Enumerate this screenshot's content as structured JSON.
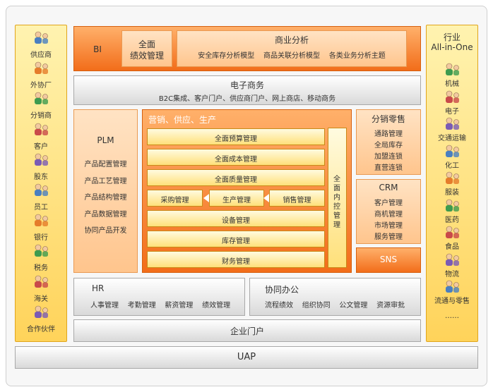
{
  "left_panel": {
    "items": [
      {
        "label": "供应商",
        "icon": "supplier-icon"
      },
      {
        "label": "外协厂",
        "icon": "outsourcing-icon"
      },
      {
        "label": "分销商",
        "icon": "distributor-icon"
      },
      {
        "label": "客户",
        "icon": "customer-icon"
      },
      {
        "label": "股东",
        "icon": "shareholder-icon"
      },
      {
        "label": "员工",
        "icon": "employee-icon"
      },
      {
        "label": "银行",
        "icon": "bank-icon"
      },
      {
        "label": "税务",
        "icon": "tax-icon"
      },
      {
        "label": "海关",
        "icon": "customs-icon"
      },
      {
        "label": "合作伙伴",
        "icon": "partner-icon"
      }
    ]
  },
  "right_panel": {
    "title_line1": "行业",
    "title_line2": "All-in-One",
    "items": [
      {
        "label": "机械",
        "icon": "machinery-icon"
      },
      {
        "label": "电子",
        "icon": "electronics-icon"
      },
      {
        "label": "交通运输",
        "icon": "transport-icon"
      },
      {
        "label": "化工",
        "icon": "chemical-icon"
      },
      {
        "label": "服装",
        "icon": "clothing-icon"
      },
      {
        "label": "医药",
        "icon": "medicine-icon"
      },
      {
        "label": "食品",
        "icon": "food-icon"
      },
      {
        "label": "物流",
        "icon": "logistics-icon"
      },
      {
        "label": "流通与零售",
        "icon": "retail-icon"
      },
      {
        "label": "……",
        "icon": ""
      }
    ]
  },
  "bi": {
    "label": "BI",
    "perf_line1": "全面",
    "perf_line2": "绩效管理",
    "biz_title": "商业分析",
    "biz_items": "安全库存分析模型    商品关联分析模型    各类业务分析主题"
  },
  "ecommerce": {
    "title": "电子商务",
    "items": "B2C集成、客户门户、供应商门户、网上商店、移动商务"
  },
  "plm": {
    "title": "PLM",
    "items": [
      "产品配置管理",
      "产品工艺管理",
      "产品结构管理",
      "产品数据管理",
      "协同产品开发"
    ]
  },
  "scm": {
    "title": "营销、供应、生产",
    "rows": [
      "全面预算管理",
      "全面成本管理",
      "全面质量管理"
    ],
    "flow": [
      "采购管理",
      "生产管理",
      "销售管理"
    ],
    "rows2": [
      "设备管理",
      "库存管理",
      "财务管理"
    ],
    "internal_control": "全面内控管理"
  },
  "retail": {
    "title": "分销零售",
    "items": [
      "通路管理",
      "全局库存",
      "加盟连锁",
      "直营连锁"
    ]
  },
  "crm": {
    "title": "CRM",
    "items": [
      "客户管理",
      "商机管理",
      "市场管理",
      "服务管理"
    ]
  },
  "sns": {
    "title": "SNS"
  },
  "hr": {
    "title": "HR",
    "items": "人事管理    考勤管理    薪资管理    绩效管理"
  },
  "office": {
    "title": "协同办公",
    "items": "流程绩效    组织协同    公文管理    资源审批"
  },
  "portal": {
    "title": "企业门户"
  },
  "uap": {
    "title": "UAP"
  }
}
